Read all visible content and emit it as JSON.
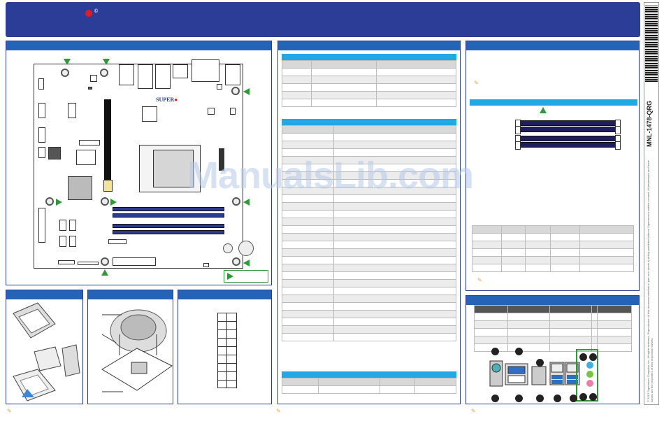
{
  "banner": {
    "registered_mark": "©"
  },
  "board": {
    "brand_label": "SUPER",
    "brand_suffix": "●"
  },
  "sidebar": {
    "part_number": "MNL-1478-QRG",
    "copyright": "© 2013 Supermicro Computer, Inc. All rights reserved. Reproduction of this document whether in part or in whole is strictly prohibited without Supermicro's written consent. All trademarks and trade names are the properties of their respective owners."
  },
  "watermark": "ManualsLib.com",
  "colors": {
    "banner": "#2b3d97",
    "section_header": "#2563b8",
    "sub_header": "#23a8e6",
    "arrow": "#2d9a3a",
    "accent_red": "#e21b23"
  }
}
